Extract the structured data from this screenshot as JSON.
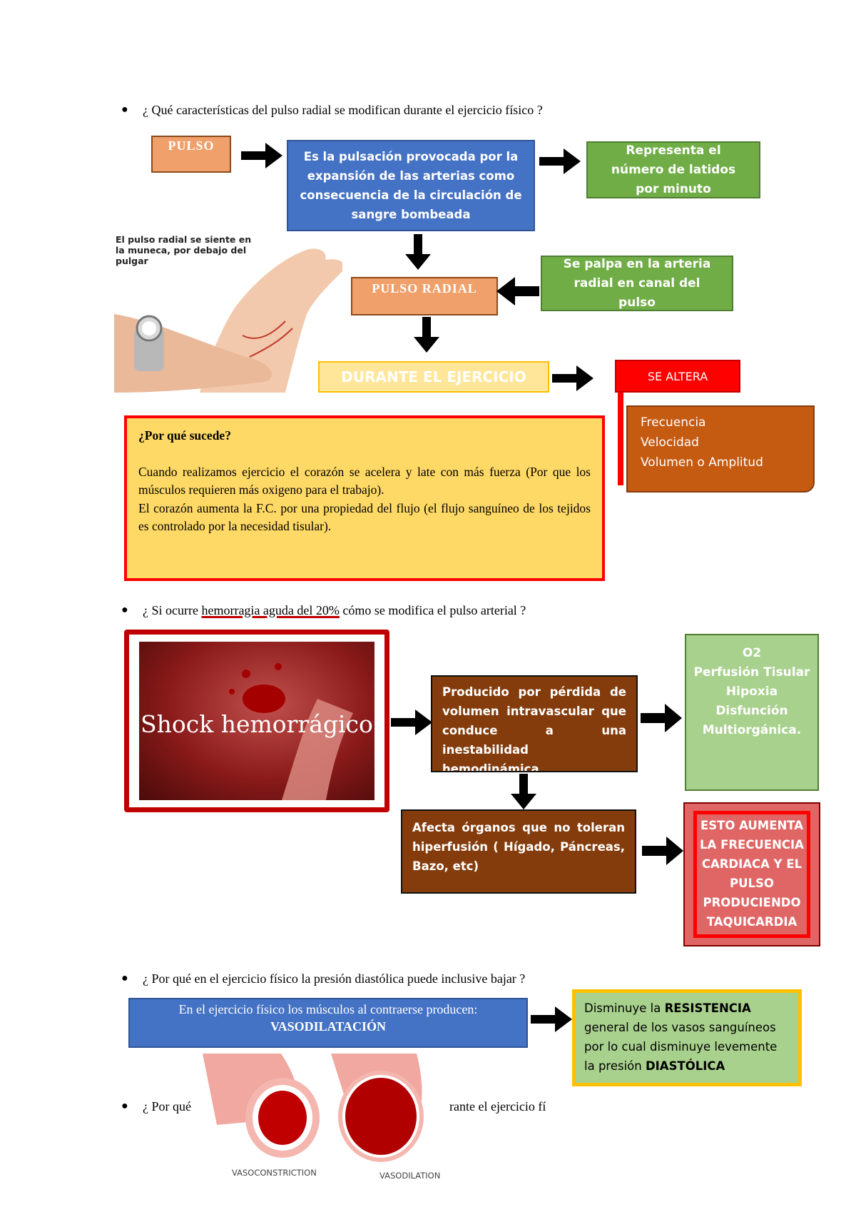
{
  "q1": "¿ Qué características del pulso radial se modifican durante el ejercicio físico ?",
  "pulso": "PULSO",
  "pulso_def": "Es la pulsación provocada por la expansión de las arterias como consecuencia de la circulación de sangre bombeada",
  "pulso_num": "Representa el número de latidos por minuto",
  "wrist_caption": "El pulso radial se siente en la muneca, por debajo del pulgar",
  "pulso_radial": "PULSO RADIAL",
  "palpa": "Se palpa en la arteria radial en canal del pulso",
  "durante": "DURANTE EL EJERCICIO",
  "se_altera": "SE ALTERA",
  "altera_items": [
    "Frecuencia",
    "Velocidad",
    "Volumen o Amplitud"
  ],
  "porque": {
    "title": "¿Por qué sucede?",
    "p1": "Cuando realizamos ejercicio el corazón se acelera y late con más fuerza (Por que los músculos requieren más oxigeno para el trabajo).",
    "p2": "El corazón aumenta la F.C. por una propiedad del flujo (el flujo sanguíneo de los tejidos es controlado por la necesidad tisular)."
  },
  "q2": {
    "pre": "¿ Si ocurre ",
    "underlined": "hemorragia aguda del 20%",
    "post": " cómo se modifica el pulso arterial ?"
  },
  "shock_label": "Shock hemorrágico.",
  "producido": "Producido por pérdida de volumen intravascular que conduce a una inestabilidad hemodinámica",
  "o2_box": [
    "O2",
    "Perfusión Tisular",
    "Hipoxia",
    "Disfunción Multiorgánica."
  ],
  "afecta": "Afecta órganos que no toleran hiperfusión ( Hígado, Páncreas, Bazo, etc)",
  "esto": "ESTO AUMENTA LA FRECUENCIA CARDIACA Y EL PULSO PRODUCIENDO TAQUICARDIA",
  "q3": "¿ Por qué en el ejercicio físico la presión diastólica puede inclusive bajar ?",
  "vaso_intro": "En el ejercicio físico los músculos al contraerse producen:",
  "vaso_title": "VASODILATACIÓN",
  "disminuye": {
    "t1": "Disminuye la ",
    "b1": "RESISTENCIA",
    "t2": " general de los vasos sanguíneos por lo cual disminuye levemente la presión ",
    "b2": "DIASTÓLICA"
  },
  "q4_pre": "¿ Por qué",
  "q4_post": "rante el ejercicio fí",
  "vasoconstriction": "VASOCONSTRICTION",
  "vasodilation": "VASODILATION",
  "colors": {
    "orange": "#f0a06a",
    "blue": "#4472c4",
    "green": "#70ad47",
    "brown": "#843c0c",
    "red": "#ff0000",
    "yellow": "#ffd966",
    "light_green": "#a9d18e",
    "salmon": "#e06666"
  }
}
